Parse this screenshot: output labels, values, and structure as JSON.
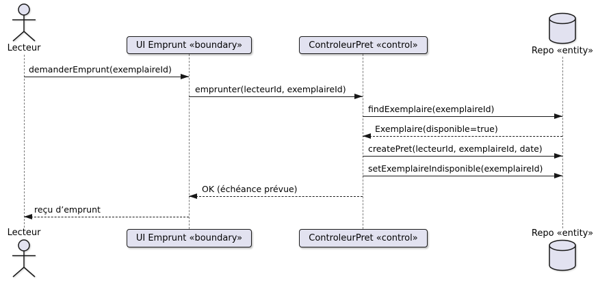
{
  "participants": {
    "lecteur": {
      "label": "Lecteur",
      "type": "actor"
    },
    "ui": {
      "label": "UI Emprunt «boundary»",
      "type": "participant"
    },
    "controleur": {
      "label": "ControleurPret «control»",
      "type": "participant"
    },
    "repo": {
      "label": "Repo «entity»",
      "type": "database"
    }
  },
  "messages": [
    {
      "text": "demanderEmprunt(exemplaireId)",
      "from": "Lecteur",
      "to": "UI Emprunt «boundary»",
      "line": "solid",
      "direction": "right"
    },
    {
      "text": "emprunter(lecteurId, exemplaireId)",
      "from": "UI Emprunt «boundary»",
      "to": "ControleurPret «control»",
      "line": "solid",
      "direction": "right"
    },
    {
      "text": "findExemplaire(exemplaireId)",
      "from": "ControleurPret «control»",
      "to": "Repo «entity»",
      "line": "solid",
      "direction": "right"
    },
    {
      "text": "Exemplaire(disponible=true)",
      "from": "Repo «entity»",
      "to": "ControleurPret «control»",
      "line": "dashed",
      "direction": "left"
    },
    {
      "text": "createPret(lecteurId, exemplaireId, date)",
      "from": "ControleurPret «control»",
      "to": "Repo «entity»",
      "line": "solid",
      "direction": "right"
    },
    {
      "text": "setExemplaireIndisponible(exemplaireId)",
      "from": "ControleurPret «control»",
      "to": "Repo «entity»",
      "line": "solid",
      "direction": "right"
    },
    {
      "text": "OK (échéance prévue)",
      "from": "ControleurPret «control»",
      "to": "UI Emprunt «boundary»",
      "line": "dashed",
      "direction": "left"
    },
    {
      "text": "reçu d’emprunt",
      "from": "UI Emprunt «boundary»",
      "to": "Lecteur",
      "line": "dashed",
      "direction": "left"
    }
  ],
  "colors": {
    "background": "#FFFFFF",
    "participant_fill": "#E2E2F0",
    "border": "#181818",
    "text": "#000000",
    "lifeline": "#7A7A7A"
  }
}
